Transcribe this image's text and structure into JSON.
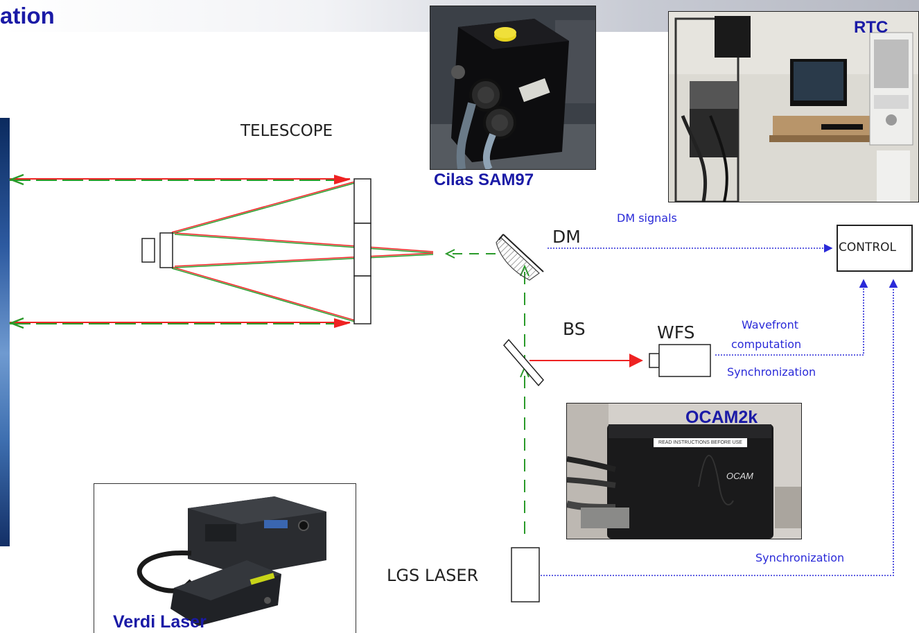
{
  "header": {
    "title": "ation"
  },
  "photos": {
    "sam97": {
      "label": "Cilas SAM97"
    },
    "rtc": {
      "label": "RTC"
    },
    "ocam": {
      "label": "OCAM2k",
      "sticker": "READ INSTRUCTIONS BEFORE USE",
      "brand": "OCAM"
    },
    "verdi": {
      "label": "Verdi Laser"
    }
  },
  "diagram": {
    "telescope": "TELESCOPE",
    "dm": "DM",
    "bs": "BS",
    "wfs": "WFS",
    "lgs_laser": "LGS LASER",
    "control": "CONTROL",
    "dm_signals": "DM signals",
    "wavefront_computation_1": "Wavefront",
    "wavefront_computation_2": "computation",
    "synchronization_wfs": "Synchronization",
    "synchronization_laser": "Synchronization"
  },
  "colors": {
    "title": "#1a1aa6",
    "beam_red": "#ee2222",
    "beam_green": "#2a9a2a",
    "signal_blue": "#2a2ad8"
  }
}
